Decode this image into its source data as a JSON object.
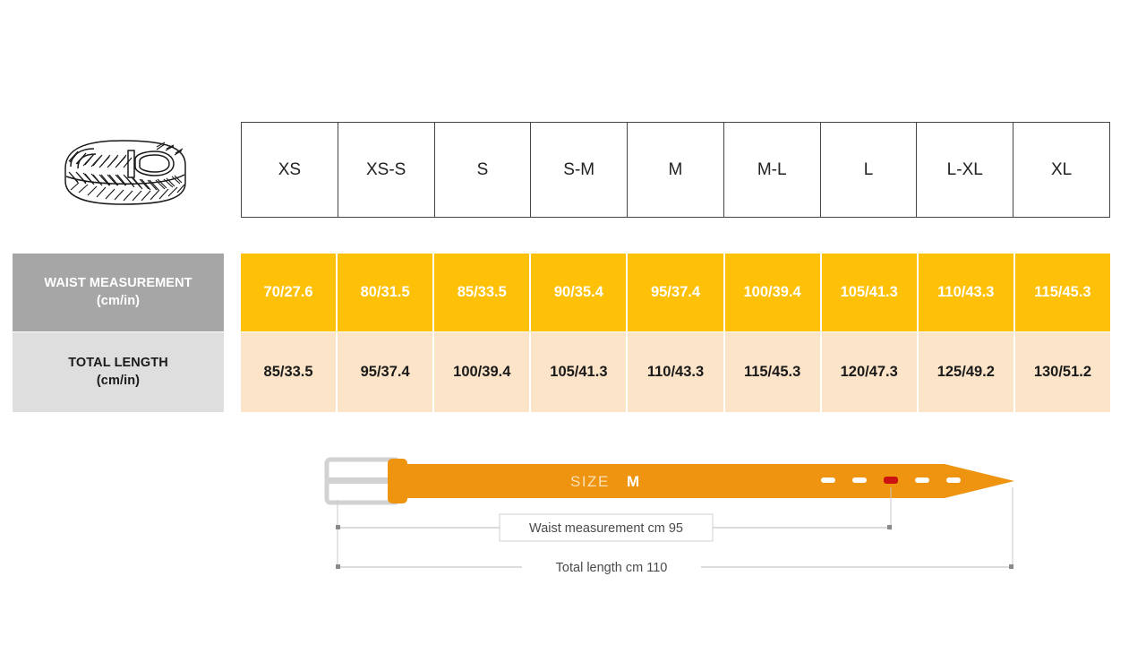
{
  "product": {
    "icon_name": "woven-belt-illustration",
    "alt": "braided belt coiled with buckle"
  },
  "size_table": {
    "sizes": [
      "XS",
      "XS-S",
      "S",
      "S-M",
      "M",
      "M-L",
      "L",
      "L-XL",
      "XL"
    ],
    "rows": [
      {
        "key": "waist",
        "label_line1": "WAIST MEASUREMENT",
        "label_line2": "(cm/in)",
        "label_bg": "#a6a6a6",
        "label_color": "#ffffff",
        "cell_bg": "#ffc107",
        "cell_color": "#ffffff",
        "values": [
          "70/27.6",
          "80/31.5",
          "85/33.5",
          "90/35.4",
          "95/37.4",
          "100/39.4",
          "105/41.3",
          "110/43.3",
          "115/45.3"
        ]
      },
      {
        "key": "total_length",
        "label_line1": "TOTAL LENGTH",
        "label_line2": "(cm/in)",
        "label_bg": "#dedede",
        "label_color": "#1a1a1a",
        "cell_bg": "#fce4c8",
        "cell_color": "#1a1a1a",
        "values": [
          "85/33.5",
          "95/37.4",
          "100/39.4",
          "105/41.3",
          "110/43.3",
          "115/45.3",
          "120/47.3",
          "125/49.2",
          "130/51.2"
        ]
      }
    ]
  },
  "belt_diagram": {
    "size_word": "SIZE",
    "size_value": "M",
    "waist_label": "Waist measurement cm 95",
    "length_label": "Total length cm 110",
    "belt_color": "#ee9411",
    "buckle_color": "#d8d8d8",
    "active_hole_color": "#cc1111",
    "holes_total": 5,
    "active_hole_index": 3
  }
}
